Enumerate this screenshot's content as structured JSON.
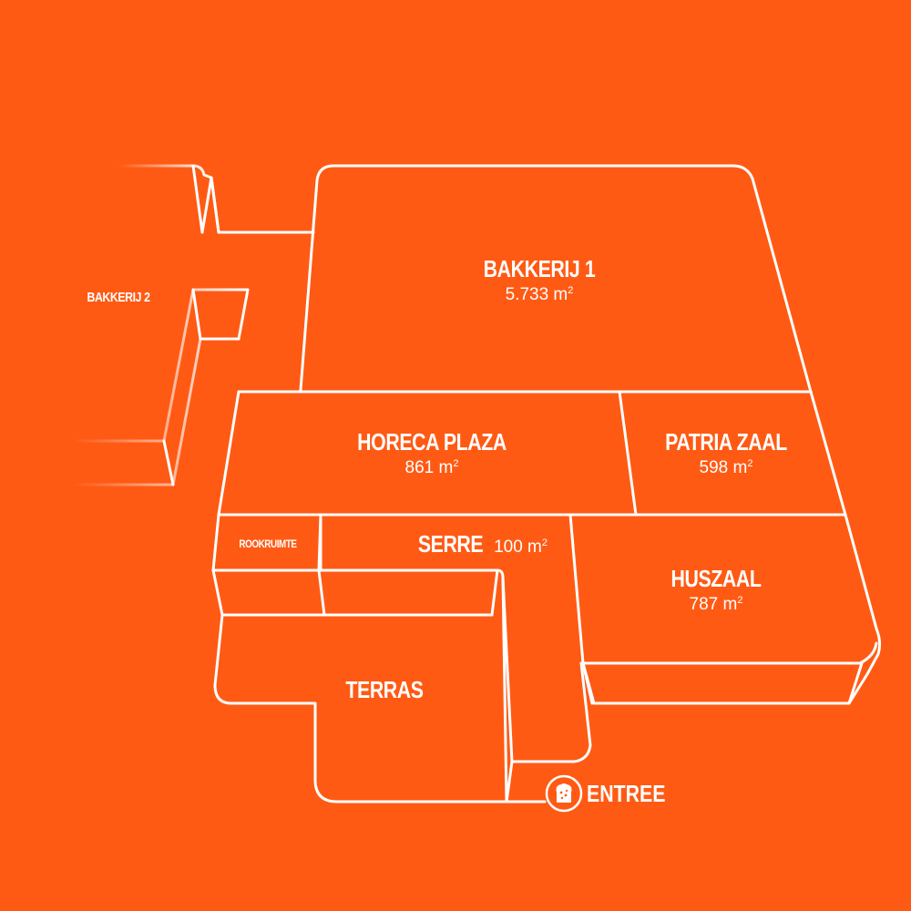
{
  "colors": {
    "background": "#ff5a14",
    "line": "#ffffff"
  },
  "rooms": {
    "bakkerij1": {
      "name": "BAKKERIJ 1",
      "area": "5.733 m",
      "unit_sup": "2"
    },
    "bakkerij2": {
      "name": "BAKKERIJ 2"
    },
    "horeca_plaza": {
      "name": "HORECA PLAZA",
      "area": "861 m",
      "unit_sup": "2"
    },
    "patria_zaal": {
      "name": "PATRIA ZAAL",
      "area": "598 m",
      "unit_sup": "2"
    },
    "rookruimte": {
      "name": "ROOKRUIMTE"
    },
    "serre": {
      "name": "SERRE",
      "area": "100 m",
      "unit_sup": "2"
    },
    "huszaal": {
      "name": "HUSZAAL",
      "area": "787 m",
      "unit_sup": "2"
    },
    "terras": {
      "name": "TERRAS"
    }
  },
  "entrance": {
    "label": "ENTREE",
    "icon": "bread-icon"
  }
}
